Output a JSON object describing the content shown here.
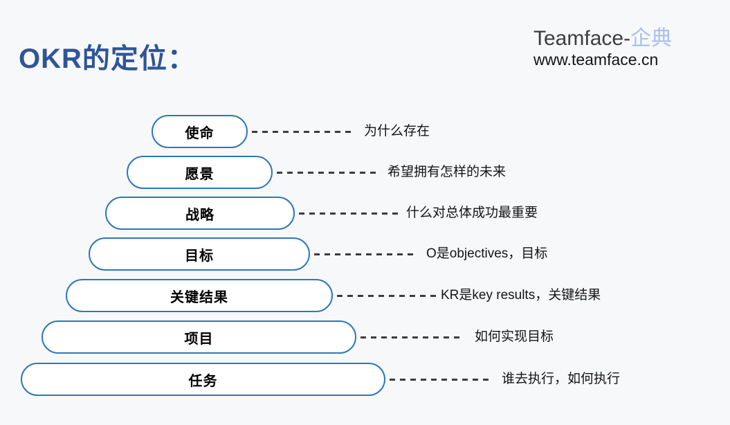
{
  "page": {
    "title": "OKR的定位："
  },
  "logo": {
    "brand": "Teamface-",
    "brand_cn": "企典",
    "url": "www.teamface.cn"
  },
  "pyramid": {
    "rows": [
      {
        "label": "使命",
        "description": "为什么存在"
      },
      {
        "label": "愿景",
        "description": "希望拥有怎样的未来"
      },
      {
        "label": "战略",
        "description": "什么对总体成功最重要"
      },
      {
        "label": "目标",
        "description": "O是objectives，目标"
      },
      {
        "label": "关键结果",
        "description": "KR是key results，关键结果"
      },
      {
        "label": "项目",
        "description": "如何实现目标"
      },
      {
        "label": "任务",
        "description": "谁去执行，如何执行"
      }
    ]
  },
  "colors": {
    "background": "#f7f8fa",
    "title_blue": "#2f5597",
    "pill_border_blue": "#2e76ba",
    "brand_light_blue": "#a9c0e8",
    "dash_gray": "#3c3c3c"
  }
}
